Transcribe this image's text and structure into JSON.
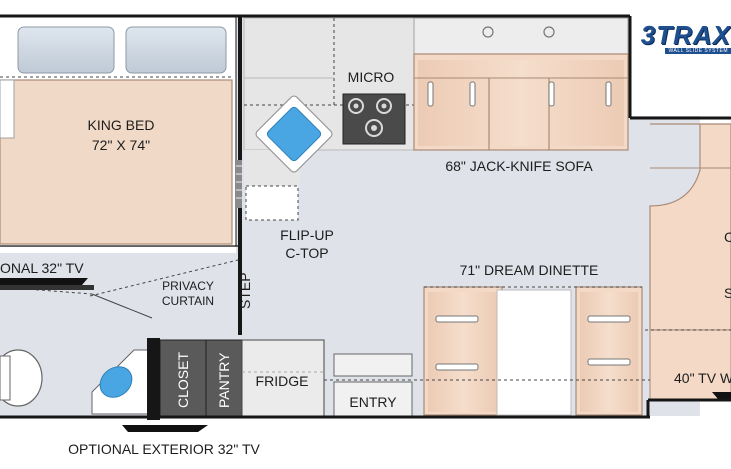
{
  "brand": {
    "logo_mark": "3TRAX",
    "logo_sub": "WALL SLIDE SYSTEM"
  },
  "labels": {
    "king_bed": "KING BED",
    "king_bed_size": "72\" X 74\"",
    "micro": "MICRO",
    "sofa": "68\" JACK-KNIFE SOFA",
    "flip_up": "FLIP-UP",
    "c_top": "C-TOP",
    "dinette": "71\" DREAM DINETTE",
    "optional_tv": "ONAL 32\" TV",
    "privacy": "PRIVACY",
    "curtain": "CURTAIN",
    "step": "STEP",
    "closet": "CLOSET",
    "pantry": "PANTRY",
    "fridge": "FRIDGE",
    "entry": "ENTRY",
    "tv_right": "40\" TV W",
    "ext_tv": "OPTIONAL EXTERIOR 32\" TV",
    "right_c": "C",
    "right_s": "S"
  },
  "colors": {
    "wall": "#161616",
    "floor": "#dfe3e9",
    "wood": "#f3d9c6",
    "wood_edge": "#a98a76",
    "counter": "#e4e4e4",
    "sink": "#49a6e2",
    "dashed": "#3a3a3a"
  }
}
